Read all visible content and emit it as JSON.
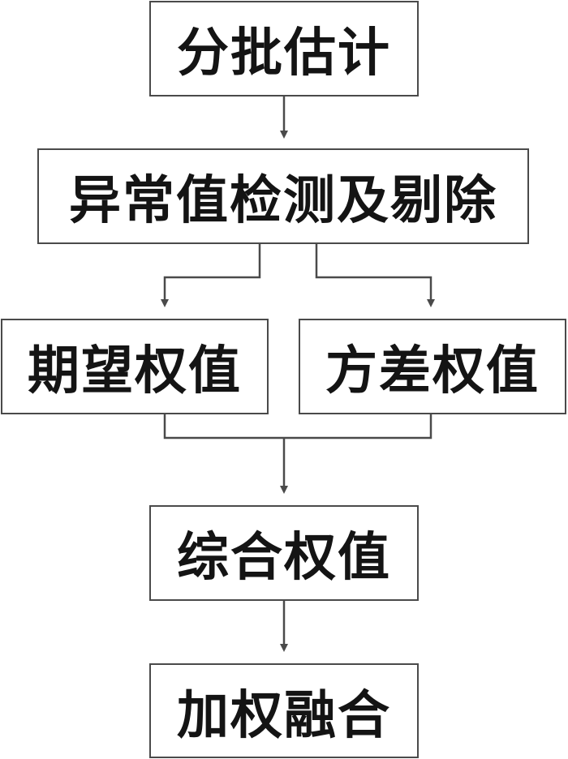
{
  "nodes": {
    "batch_estimation": "分批估计",
    "outlier_detection_removal": "异常值检测及剔除",
    "expectation_weight": "期望权值",
    "variance_weight": "方差权值",
    "combined_weight": "综合权值",
    "weighted_fusion": "加权融合"
  },
  "edges": [
    {
      "from": "batch_estimation",
      "to": "outlier_detection_removal"
    },
    {
      "from": "outlier_detection_removal",
      "to": "expectation_weight"
    },
    {
      "from": "outlier_detection_removal",
      "to": "variance_weight"
    },
    {
      "from": "expectation_weight",
      "to": "combined_weight"
    },
    {
      "from": "variance_weight",
      "to": "combined_weight"
    },
    {
      "from": "combined_weight",
      "to": "weighted_fusion"
    }
  ],
  "colors": {
    "line": "#4a4a4a",
    "text": "#141414",
    "background": "#ffffff"
  }
}
